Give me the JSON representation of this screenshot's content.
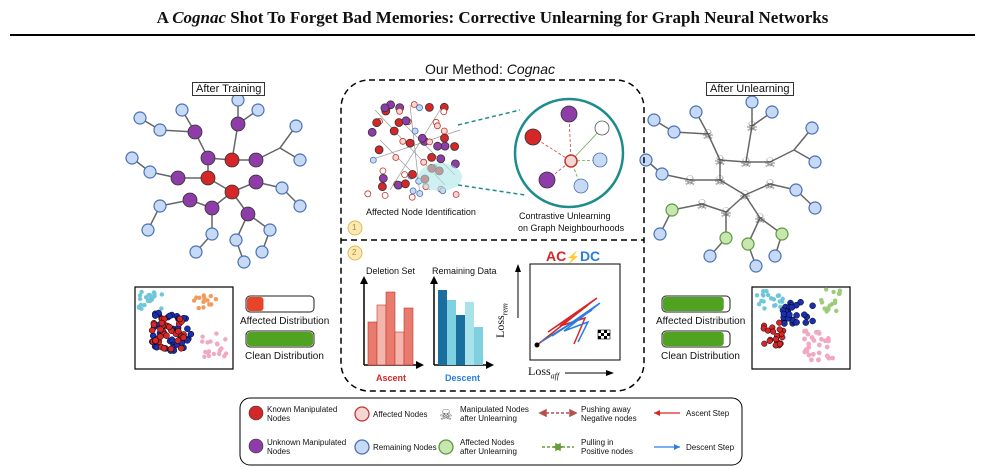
{
  "title": {
    "part1": "A ",
    "italic": "Cognac",
    "part2": " Shot To Forget Bad Memories: Corrective Unlearning for Graph Neural Networks"
  },
  "left_panel": {
    "label": "After Training",
    "bar1": "Affected Distribution",
    "bar2": "Clean Distribution",
    "bar1_fill": 0.25,
    "bar2_fill": 1.0
  },
  "right_panel": {
    "label": "After Unlearning",
    "bar1": "Affected Distribution",
    "bar2": "Clean Distribution",
    "bar1_fill": 0.92,
    "bar2_fill": 0.92
  },
  "method": {
    "prefix": "Our Method: ",
    "name": "Cognac",
    "step1": "1",
    "step2": "2",
    "affected_id": "Affected Node Identification",
    "contrastive_line1": "Contrastive Unlearning",
    "contrastive_line2": "on Graph Neighbourhoods",
    "deletion_set": "Deletion Set",
    "remaining_data": "Remaining Data",
    "ascent": "Ascent",
    "descent": "Descent",
    "acdc_ac": "AC",
    "acdc_bolt": "⚡",
    "acdc_dc": "DC",
    "loss_rem": "Loss",
    "loss_rem_sub": "rem",
    "loss_aff": "Loss",
    "loss_aff_sub": "aff"
  },
  "legend": {
    "known": "Known Manipulated\nNodes",
    "unknown": "Unknown Manipulated\nNodes",
    "affected": "Affected Nodes",
    "remaining": "Remaining Nodes",
    "manip_after": "Manipulated Nodes\nafter Unlearning",
    "affected_after": "Affected Nodes\nafter Unlearning",
    "push": "Pushing away\nNegative nodes",
    "pull": "Pulling in\nPositive nodes",
    "ascent_step": "Ascent Step",
    "descent_step": "Descent Step"
  },
  "colors": {
    "red": "#d62728",
    "purple": "#8e3ca8",
    "blue_node": "#c7daf5",
    "green_node": "#c8e6b0",
    "bar_green": "#4fa321",
    "bar_red": "#e8442a",
    "teal": "#1e8c8c"
  }
}
